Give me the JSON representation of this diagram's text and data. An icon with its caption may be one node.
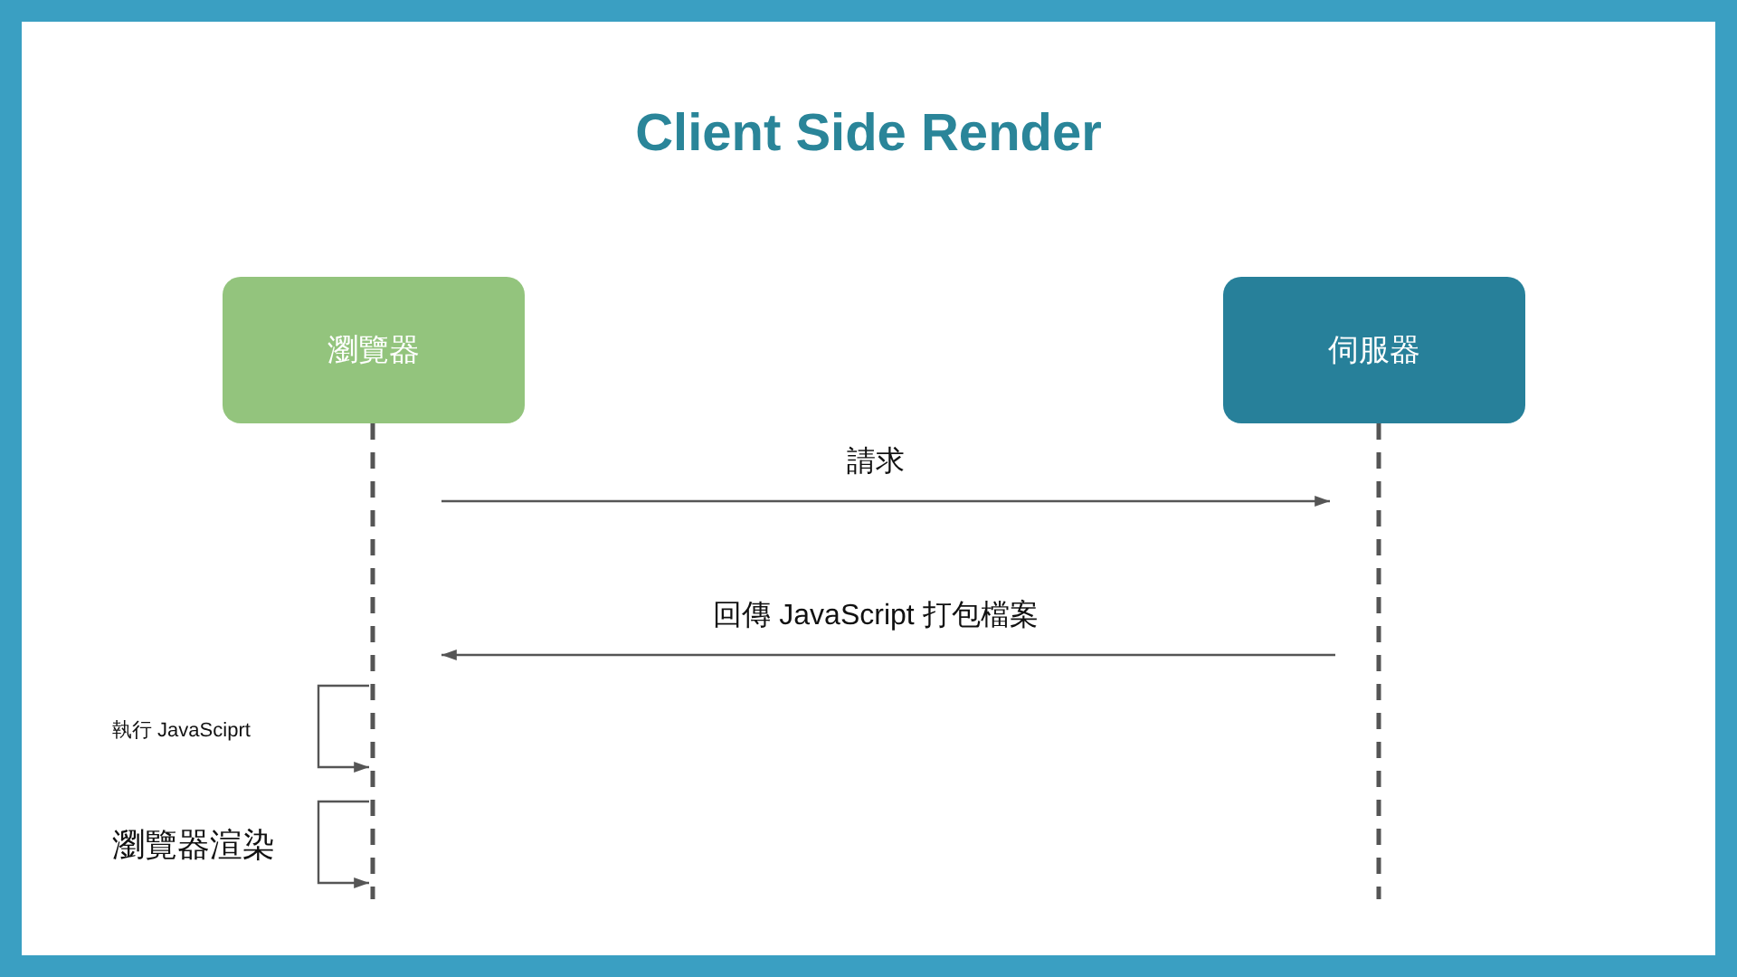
{
  "diagram": {
    "title": "Client Side Render",
    "nodes": [
      {
        "text": [
          "瀏覽器"
        ]
      },
      {
        "text": [
          "伺服器"
        ]
      }
    ],
    "edges": [
      {
        "from": 0,
        "to": 1,
        "arrow": "to",
        "label": "請求"
      },
      {
        "from": 1,
        "to": 0,
        "arrow": "to",
        "label": "回傳 JavaScript 打包檔案"
      },
      {
        "from": 0,
        "to": 0,
        "arrow": "to",
        "label": "執行 JavaSciprt"
      },
      {
        "from": 0,
        "to": 0,
        "arrow": "to",
        "label": "瀏覽器渲染"
      }
    ]
  }
}
